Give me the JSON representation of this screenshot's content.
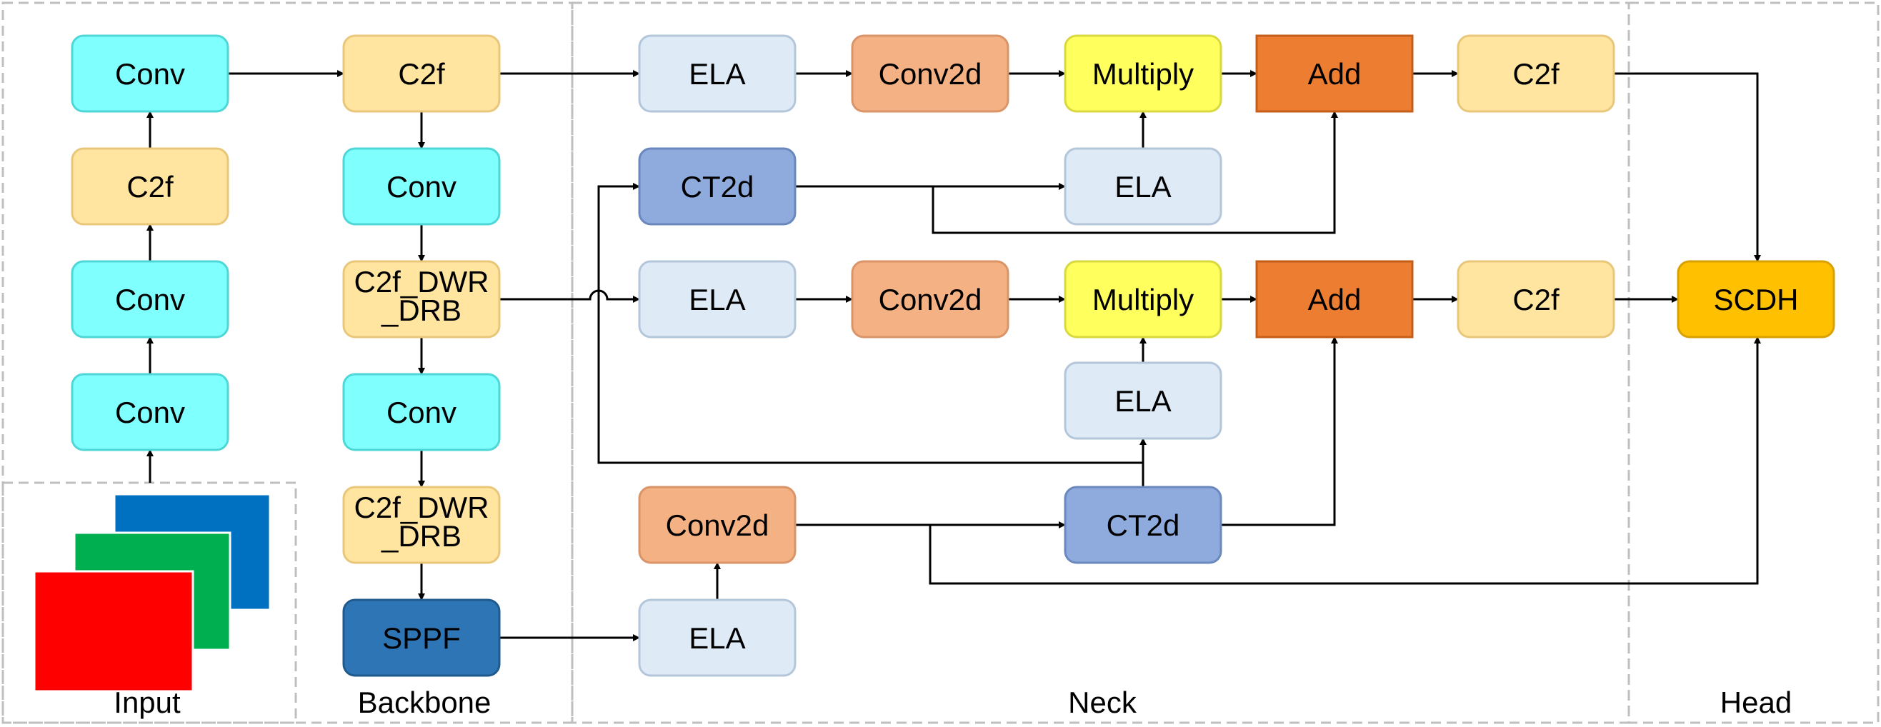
{
  "sections": {
    "input": "Input",
    "backbone": "Backbone",
    "neck": "Neck",
    "head": "Head"
  },
  "colors": {
    "conv": "#80FFFF",
    "c2f": "#FFE5A0",
    "c2f_stroke": "#E8C77A",
    "conv_stroke": "#4FD6D6",
    "ela": "#DEEAF6",
    "ela_stroke": "#B4C6DA",
    "conv2d": "#F4B183",
    "conv2d_stroke": "#D99468",
    "multiply": "#FFFF5E",
    "multiply_stroke": "#D8D840",
    "add": "#ED7D31",
    "add_stroke": "#C45E18",
    "ct2d": "#8FAADC",
    "ct2d_stroke": "#6A88BE",
    "sppf": "#2E75B6",
    "sppf_stroke": "#1F5A8E",
    "scdh": "#FFC000",
    "scdh_stroke": "#D9A100",
    "input_blue": "#0070C0",
    "input_green": "#00B050",
    "input_red": "#FF0000",
    "dashed": "#BFBFBF"
  },
  "blocks": {
    "in_conv1": "Conv",
    "in_conv2": "Conv",
    "in_c2f": "C2f",
    "in_conv3": "Conv",
    "bb_c2f": "C2f",
    "bb_conv1": "Conv",
    "bb_dwr1": "C2f_DWR\n_DRB",
    "bb_conv2": "Conv",
    "bb_dwr2": "C2f_DWR\n_DRB",
    "bb_sppf": "SPPF",
    "n_ela1": "ELA",
    "n_conv2d1": "Conv2d",
    "n_mul1": "Multiply",
    "n_add1": "Add",
    "n_c2f1": "C2f",
    "n_ct2d1": "CT2d",
    "n_ela2": "ELA",
    "n_ela3": "ELA",
    "n_conv2d2": "Conv2d",
    "n_mul2": "Multiply",
    "n_add2": "Add",
    "n_c2f2": "C2f",
    "n_ela4": "ELA",
    "n_conv2d3": "Conv2d",
    "n_ct2d2": "CT2d",
    "n_ela5": "ELA",
    "h_scdh": "SCDH"
  }
}
